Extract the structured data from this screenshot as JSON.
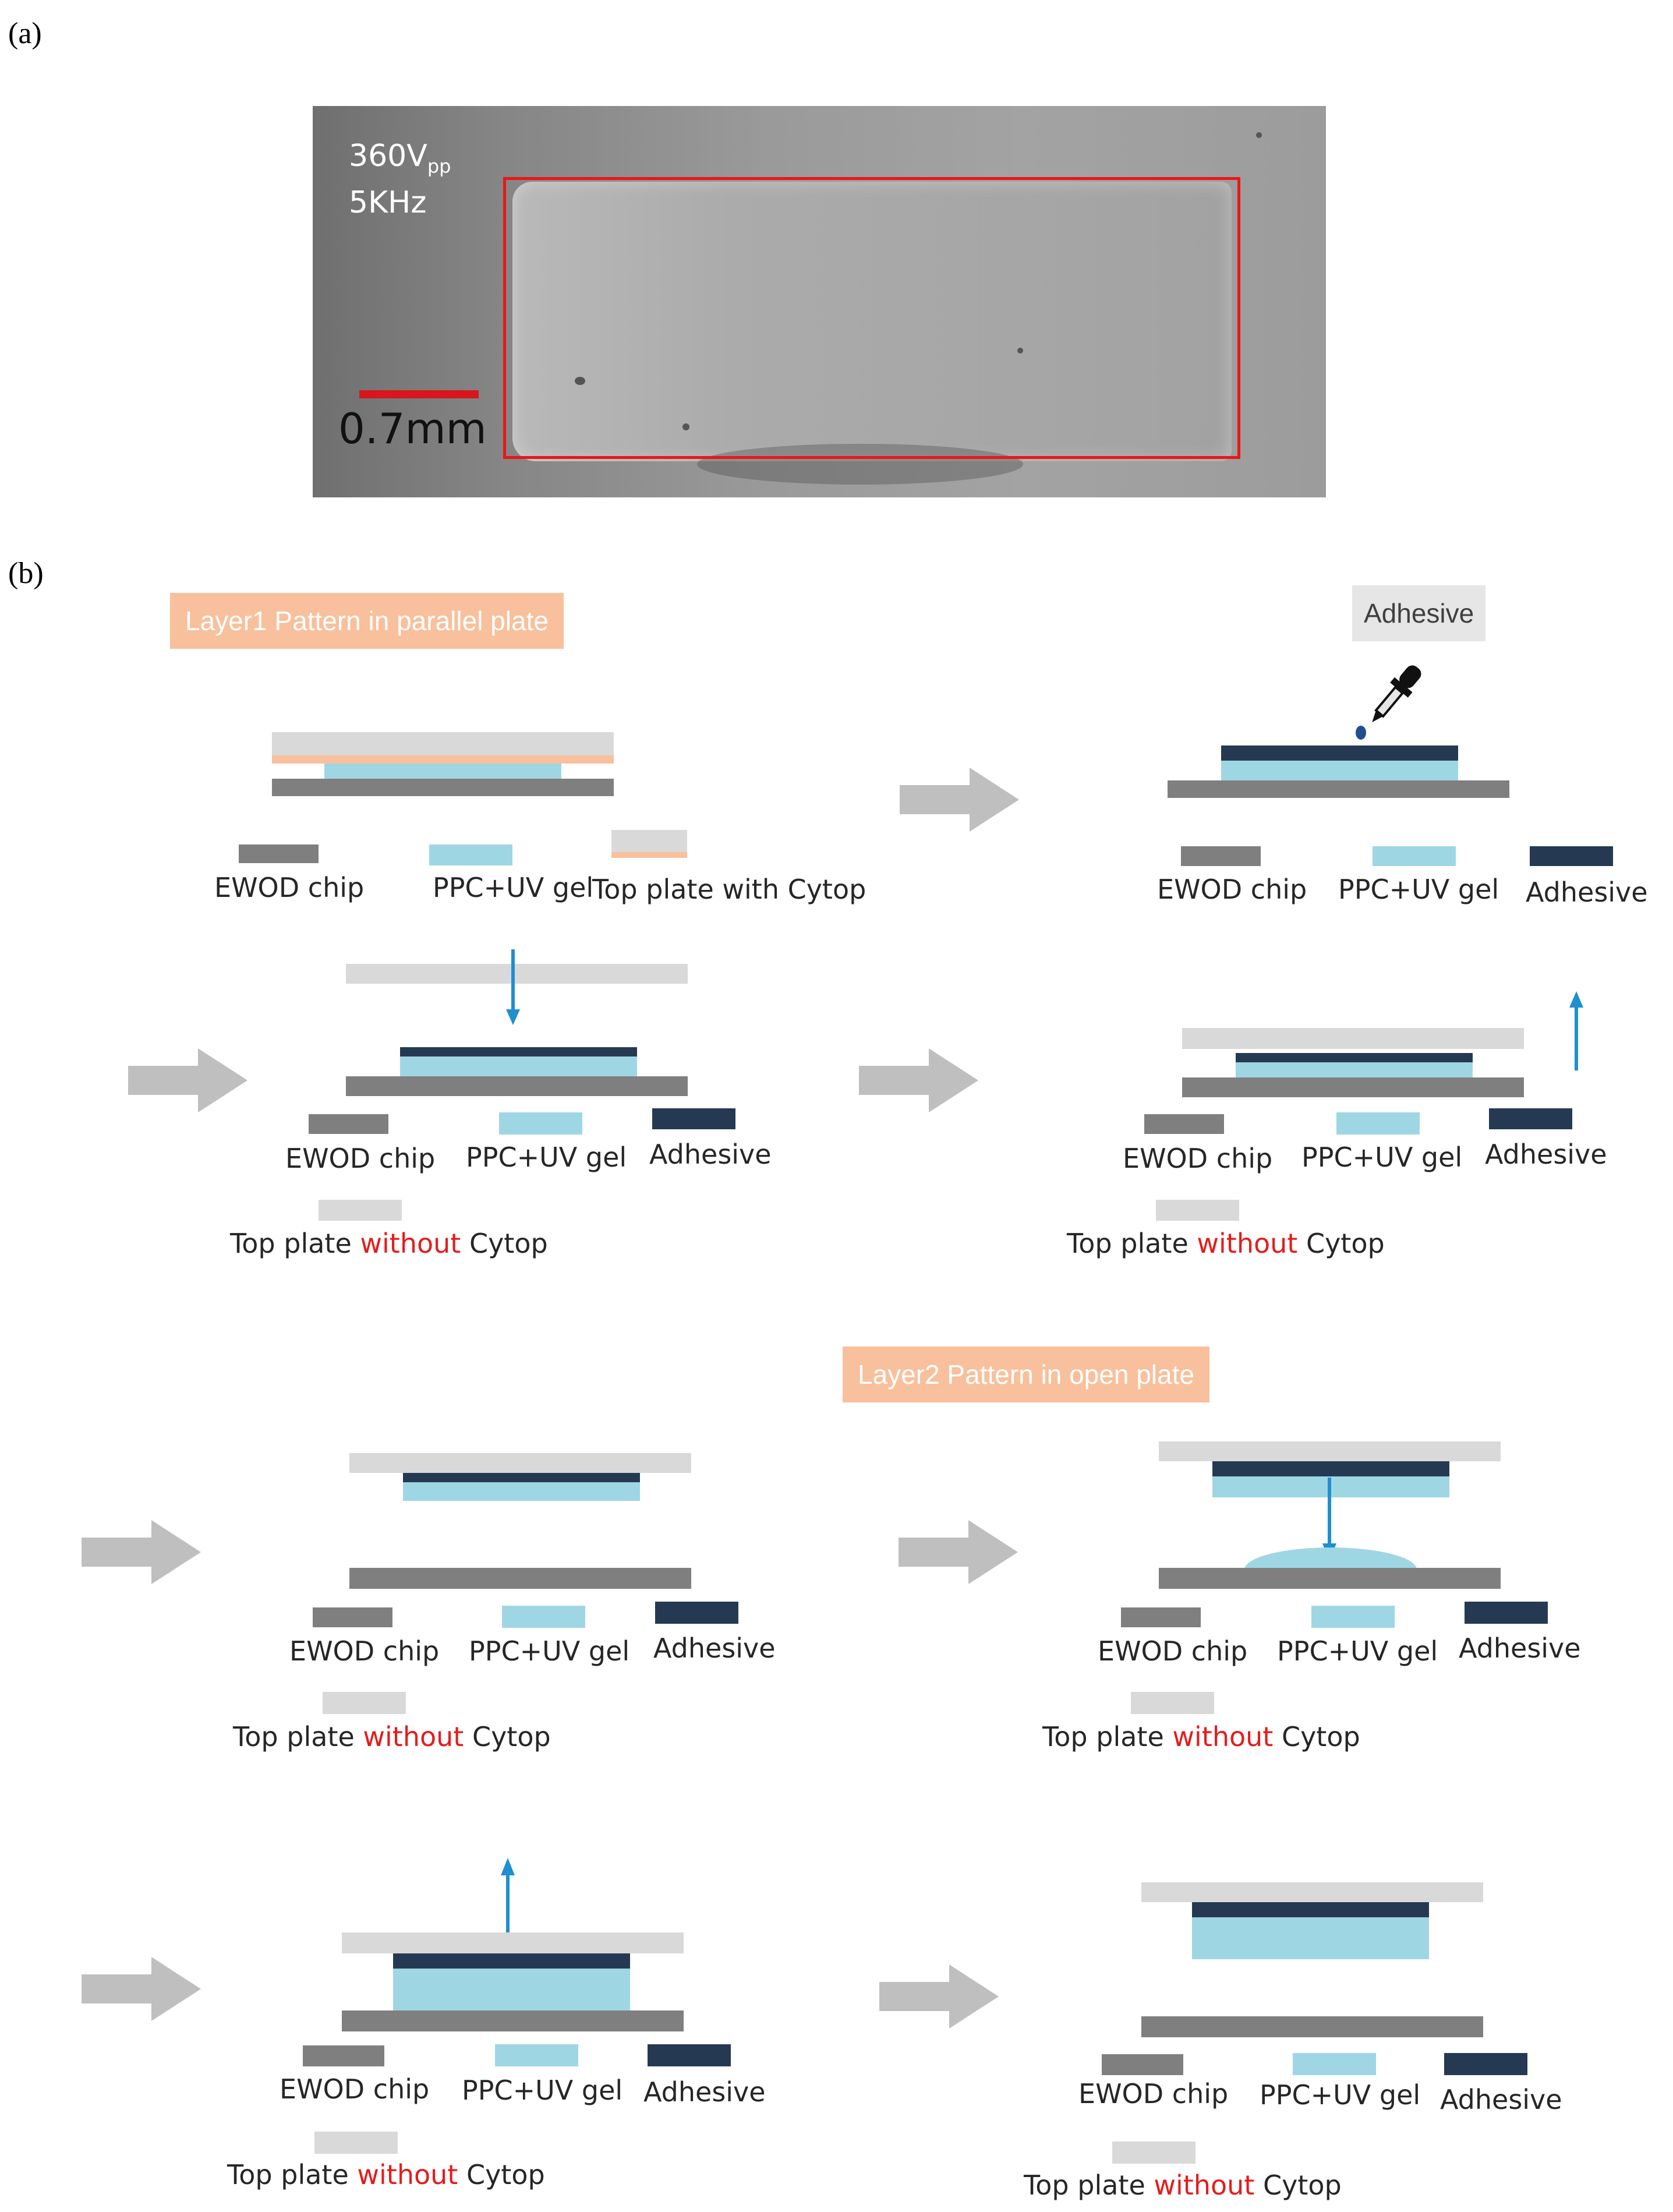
{
  "panel_a": {
    "label": "(a)",
    "voltage_main": "360V",
    "voltage_sub": "pp",
    "frequency": "5KHz",
    "scale_label": "0.7mm"
  },
  "panel_b": {
    "label": "(b)",
    "banner_layer1": "Layer1 Pattern in parallel plate",
    "banner_adhesive": "Adhesive",
    "banner_layer2": "Layer2 Pattern in open plate",
    "legend": {
      "ewod": "EWOD chip",
      "ppc": "PPC+UV gel",
      "adhesive": "Adhesive",
      "top_with_cytop": "Top plate with Cytop",
      "top_plate_prefix": "Top plate",
      "without": "without",
      "cytop": "Cytop"
    }
  },
  "colors": {
    "ewod_chip": "#7f7f7f",
    "ppc_uv_gel": "#9fd6e4",
    "adhesive": "#253a52",
    "top_plate": "#d9d9d9",
    "cytop": "#f8c09c",
    "motion_arrow": "#1f8fcf",
    "step_arrow": "#bfbfbf",
    "roi_box": "#e81818"
  }
}
